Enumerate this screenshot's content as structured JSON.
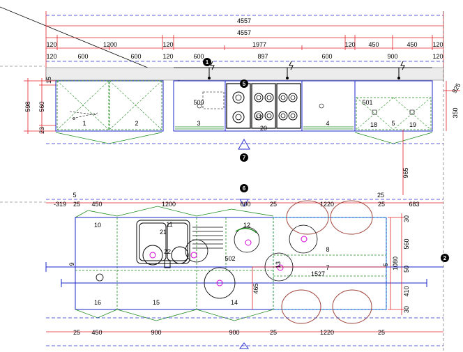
{
  "colors": {
    "dimension": "#e0202a",
    "cabinet": "#1a24c8",
    "counter": "#1f8a1f",
    "guide": "#2a2fd0",
    "appliance": "#000000",
    "chair": "#a0443c",
    "accent": "#d400d4",
    "marker": "#000000"
  },
  "elevation": {
    "overall_dims": [
      "4557",
      "4557"
    ],
    "segment_dims_row1": [
      "120",
      "1200",
      "120",
      "1977",
      "120",
      "450",
      "450",
      "120"
    ],
    "segment_dims_row2": [
      "120",
      "600",
      "600",
      "120",
      "600",
      "897",
      "600",
      "900",
      "120"
    ],
    "height_dims": [
      "15",
      "598",
      "560",
      "23"
    ],
    "right_dims": [
      "925",
      "350"
    ],
    "vertical_long_dim": "965",
    "cabinet_numbers": [
      "1",
      "2",
      "3",
      "500",
      "17",
      "20",
      "4",
      "501",
      "18",
      "5",
      "19"
    ],
    "markers": [
      "1",
      "5",
      "7"
    ]
  },
  "plan": {
    "top_dims": [
      "5",
      "25",
      "-319",
      "25",
      "450",
      "1200",
      "600",
      "25",
      "1220",
      "25",
      "683"
    ],
    "bottom_dims": [
      "25",
      "450",
      "900",
      "900",
      "25",
      "1220",
      "25"
    ],
    "right_dims": [
      "30",
      "560",
      "1080",
      "50",
      "410",
      "30"
    ],
    "inner_dims": [
      "465",
      "1527",
      "9",
      "6"
    ],
    "labels": [
      "10",
      "21",
      "11",
      "12",
      "22",
      "502",
      "13",
      "8",
      "7",
      "16",
      "15",
      "14"
    ],
    "markers": [
      "6",
      "2"
    ]
  }
}
